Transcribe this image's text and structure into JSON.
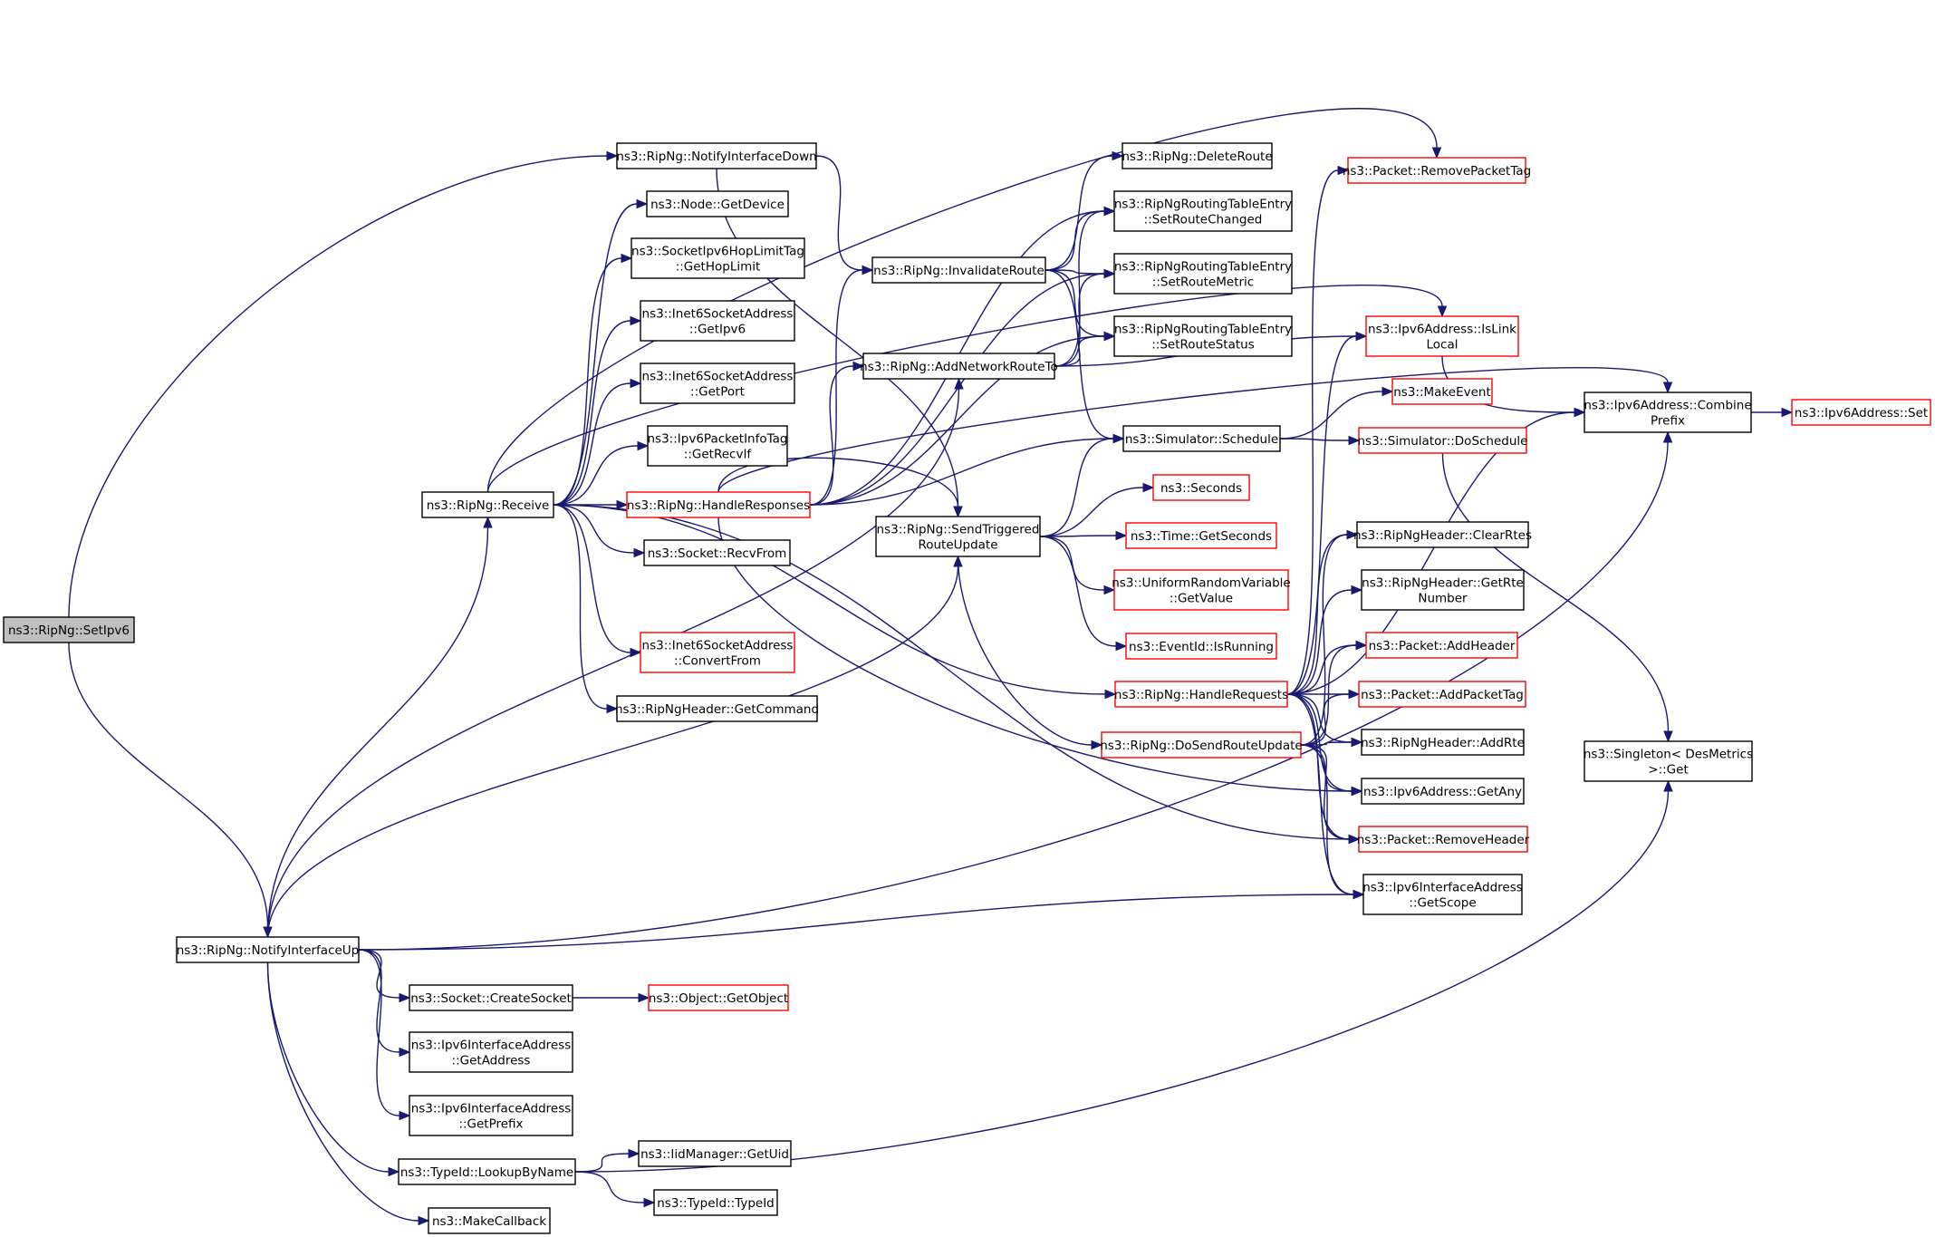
{
  "colors": {
    "edge": "#191970",
    "node_border": "#000000",
    "node_border_undocumented": "#ff0000",
    "focus_fill": "#bfbfbf",
    "node_fill": "#ffffff"
  },
  "nodes": [
    {
      "id": "setipv6",
      "lines": [
        "ns3::RipNg::SetIpv6"
      ],
      "style": "focus"
    },
    {
      "id": "notifydown",
      "lines": [
        "ns3::RipNg::NotifyInterfaceDown"
      ],
      "style": "normal"
    },
    {
      "id": "getdevice",
      "lines": [
        "ns3::Node::GetDevice"
      ],
      "style": "normal"
    },
    {
      "id": "gethoplimit",
      "lines": [
        "ns3::SocketIpv6HopLimitTag",
        "::GetHopLimit"
      ],
      "style": "normal"
    },
    {
      "id": "getipv6",
      "lines": [
        "ns3::Inet6SocketAddress",
        "::GetIpv6"
      ],
      "style": "normal"
    },
    {
      "id": "getport",
      "lines": [
        "ns3::Inet6SocketAddress",
        "::GetPort"
      ],
      "style": "normal"
    },
    {
      "id": "getrecvif",
      "lines": [
        "ns3::Ipv6PacketInfoTag",
        "::GetRecvIf"
      ],
      "style": "normal"
    },
    {
      "id": "receive",
      "lines": [
        "ns3::RipNg::Receive"
      ],
      "style": "normal"
    },
    {
      "id": "handleresponses",
      "lines": [
        "ns3::RipNg::HandleResponses"
      ],
      "style": "red"
    },
    {
      "id": "recvfrom",
      "lines": [
        "ns3::Socket::RecvFrom"
      ],
      "style": "normal"
    },
    {
      "id": "convertfrom",
      "lines": [
        "ns3::Inet6SocketAddress",
        "::ConvertFrom"
      ],
      "style": "red"
    },
    {
      "id": "getcommand",
      "lines": [
        "ns3::RipNgHeader::GetCommand"
      ],
      "style": "normal"
    },
    {
      "id": "invalidateroute",
      "lines": [
        "ns3::RipNg::InvalidateRoute"
      ],
      "style": "normal"
    },
    {
      "id": "addnetworkroute",
      "lines": [
        "ns3::RipNg::AddNetworkRouteTo"
      ],
      "style": "normal"
    },
    {
      "id": "sendtriggered",
      "lines": [
        "ns3::RipNg::SendTriggered",
        "RouteUpdate"
      ],
      "style": "normal"
    },
    {
      "id": "deleteroute",
      "lines": [
        "ns3::RipNg::DeleteRoute"
      ],
      "style": "normal"
    },
    {
      "id": "setroutechanged",
      "lines": [
        "ns3::RipNgRoutingTableEntry",
        "::SetRouteChanged"
      ],
      "style": "normal"
    },
    {
      "id": "setroutemetric",
      "lines": [
        "ns3::RipNgRoutingTableEntry",
        "::SetRouteMetric"
      ],
      "style": "normal"
    },
    {
      "id": "setroutestatus",
      "lines": [
        "ns3::RipNgRoutingTableEntry",
        "::SetRouteStatus"
      ],
      "style": "normal"
    },
    {
      "id": "schedule",
      "lines": [
        "ns3::Simulator::Schedule"
      ],
      "style": "normal"
    },
    {
      "id": "seconds",
      "lines": [
        "ns3::Seconds"
      ],
      "style": "red"
    },
    {
      "id": "getseconds",
      "lines": [
        "ns3::Time::GetSeconds"
      ],
      "style": "red"
    },
    {
      "id": "getvalue",
      "lines": [
        "ns3::UniformRandomVariable",
        "::GetValue"
      ],
      "style": "red"
    },
    {
      "id": "isrunning",
      "lines": [
        "ns3::EventId::IsRunning"
      ],
      "style": "red"
    },
    {
      "id": "handlerequests",
      "lines": [
        "ns3::RipNg::HandleRequests"
      ],
      "style": "red"
    },
    {
      "id": "dosendrouteupdate",
      "lines": [
        "ns3::RipNg::DoSendRouteUpdate"
      ],
      "style": "red"
    },
    {
      "id": "removepackettag",
      "lines": [
        "ns3::Packet::RemovePacketTag"
      ],
      "style": "red"
    },
    {
      "id": "islinklocal",
      "lines": [
        "ns3::Ipv6Address::IsLink",
        "Local"
      ],
      "style": "red"
    },
    {
      "id": "makeevent",
      "lines": [
        "ns3::MakeEvent"
      ],
      "style": "red"
    },
    {
      "id": "doschedule",
      "lines": [
        "ns3::Simulator::DoSchedule"
      ],
      "style": "red"
    },
    {
      "id": "clearrtes",
      "lines": [
        "ns3::RipNgHeader::ClearRtes"
      ],
      "style": "normal"
    },
    {
      "id": "getrtenumber",
      "lines": [
        "ns3::RipNgHeader::GetRte",
        "Number"
      ],
      "style": "normal"
    },
    {
      "id": "addheader",
      "lines": [
        "ns3::Packet::AddHeader"
      ],
      "style": "red"
    },
    {
      "id": "addpackettag",
      "lines": [
        "ns3::Packet::AddPacketTag"
      ],
      "style": "red"
    },
    {
      "id": "addrte",
      "lines": [
        "ns3::RipNgHeader::AddRte"
      ],
      "style": "normal"
    },
    {
      "id": "getany",
      "lines": [
        "ns3::Ipv6Address::GetAny"
      ],
      "style": "normal"
    },
    {
      "id": "removeheader",
      "lines": [
        "ns3::Packet::RemoveHeader"
      ],
      "style": "red"
    },
    {
      "id": "getscope",
      "lines": [
        "ns3::Ipv6InterfaceAddress",
        "::GetScope"
      ],
      "style": "normal"
    },
    {
      "id": "combineprefix",
      "lines": [
        "ns3::Ipv6Address::Combine",
        "Prefix"
      ],
      "style": "normal"
    },
    {
      "id": "ipv6set",
      "lines": [
        "ns3::Ipv6Address::Set"
      ],
      "style": "red"
    },
    {
      "id": "singletonget",
      "lines": [
        "ns3::Singleton< DesMetrics",
        " >::Get"
      ],
      "style": "normal"
    },
    {
      "id": "notifyup",
      "lines": [
        "ns3::RipNg::NotifyInterfaceUp"
      ],
      "style": "normal"
    },
    {
      "id": "createsocket",
      "lines": [
        "ns3::Socket::CreateSocket"
      ],
      "style": "normal"
    },
    {
      "id": "getobject",
      "lines": [
        "ns3::Object::GetObject"
      ],
      "style": "red"
    },
    {
      "id": "getaddress",
      "lines": [
        "ns3::Ipv6InterfaceAddress",
        "::GetAddress"
      ],
      "style": "normal"
    },
    {
      "id": "getprefix",
      "lines": [
        "ns3::Ipv6InterfaceAddress",
        "::GetPrefix"
      ],
      "style": "normal"
    },
    {
      "id": "lookupbyname",
      "lines": [
        "ns3::TypeId::LookupByName"
      ],
      "style": "normal"
    },
    {
      "id": "getuid",
      "lines": [
        "ns3::IidManager::GetUid"
      ],
      "style": "normal"
    },
    {
      "id": "typeid",
      "lines": [
        "ns3::TypeId::TypeId"
      ],
      "style": "normal"
    },
    {
      "id": "makecallback",
      "lines": [
        "ns3::MakeCallback"
      ],
      "style": "normal"
    }
  ],
  "edges": [
    [
      "setipv6",
      "notifydown"
    ],
    [
      "setipv6",
      "notifyup"
    ],
    [
      "notifydown",
      "invalidateroute"
    ],
    [
      "notifydown",
      "sendtriggered"
    ],
    [
      "receive",
      "getdevice"
    ],
    [
      "receive",
      "gethoplimit"
    ],
    [
      "receive",
      "getipv6"
    ],
    [
      "receive",
      "getport"
    ],
    [
      "receive",
      "getrecvif"
    ],
    [
      "receive",
      "handleresponses"
    ],
    [
      "receive",
      "recvfrom"
    ],
    [
      "receive",
      "convertfrom"
    ],
    [
      "receive",
      "getcommand"
    ],
    [
      "receive",
      "handlerequests"
    ],
    [
      "receive",
      "removeheader"
    ],
    [
      "receive",
      "removepackettag"
    ],
    [
      "receive",
      "islinklocal"
    ],
    [
      "handleresponses",
      "invalidateroute"
    ],
    [
      "handleresponses",
      "addnetworkroute"
    ],
    [
      "handleresponses",
      "sendtriggered"
    ],
    [
      "handleresponses",
      "setroutechanged"
    ],
    [
      "handleresponses",
      "setroutemetric"
    ],
    [
      "handleresponses",
      "setroutestatus"
    ],
    [
      "handleresponses",
      "schedule"
    ],
    [
      "handleresponses",
      "getany"
    ],
    [
      "handleresponses",
      "combineprefix"
    ],
    [
      "invalidateroute",
      "deleteroute"
    ],
    [
      "invalidateroute",
      "setroutechanged"
    ],
    [
      "invalidateroute",
      "setroutemetric"
    ],
    [
      "invalidateroute",
      "setroutestatus"
    ],
    [
      "invalidateroute",
      "schedule"
    ],
    [
      "addnetworkroute",
      "setroutechanged"
    ],
    [
      "addnetworkroute",
      "setroutemetric"
    ],
    [
      "addnetworkroute",
      "setroutestatus"
    ],
    [
      "addnetworkroute",
      "islinklocal"
    ],
    [
      "sendtriggered",
      "schedule"
    ],
    [
      "sendtriggered",
      "seconds"
    ],
    [
      "sendtriggered",
      "getseconds"
    ],
    [
      "sendtriggered",
      "getvalue"
    ],
    [
      "sendtriggered",
      "isrunning"
    ],
    [
      "sendtriggered",
      "dosendrouteupdate"
    ],
    [
      "schedule",
      "makeevent"
    ],
    [
      "schedule",
      "doschedule"
    ],
    [
      "doschedule",
      "singletonget"
    ],
    [
      "handlerequests",
      "removepackettag"
    ],
    [
      "handlerequests",
      "islinklocal"
    ],
    [
      "handlerequests",
      "combineprefix"
    ],
    [
      "handlerequests",
      "clearrtes"
    ],
    [
      "handlerequests",
      "getrtenumber"
    ],
    [
      "handlerequests",
      "addheader"
    ],
    [
      "handlerequests",
      "addpackettag"
    ],
    [
      "handlerequests",
      "addrte"
    ],
    [
      "handlerequests",
      "getany"
    ],
    [
      "handlerequests",
      "removeheader"
    ],
    [
      "handlerequests",
      "getscope"
    ],
    [
      "dosendrouteupdate",
      "clearrtes"
    ],
    [
      "dosendrouteupdate",
      "addheader"
    ],
    [
      "dosendrouteupdate",
      "addpackettag"
    ],
    [
      "dosendrouteupdate",
      "addrte"
    ],
    [
      "dosendrouteupdate",
      "getany"
    ],
    [
      "dosendrouteupdate",
      "removeheader"
    ],
    [
      "dosendrouteupdate",
      "getscope"
    ],
    [
      "islinklocal",
      "combineprefix"
    ],
    [
      "combineprefix",
      "ipv6set"
    ],
    [
      "notifyup",
      "receive"
    ],
    [
      "notifyup",
      "addnetworkroute"
    ],
    [
      "notifyup",
      "sendtriggered"
    ],
    [
      "notifyup",
      "getscope"
    ],
    [
      "notifyup",
      "combineprefix"
    ],
    [
      "notifyup",
      "createsocket"
    ],
    [
      "notifyup",
      "getaddress"
    ],
    [
      "notifyup",
      "getprefix"
    ],
    [
      "notifyup",
      "lookupbyname"
    ],
    [
      "notifyup",
      "makecallback"
    ],
    [
      "createsocket",
      "getobject"
    ],
    [
      "lookupbyname",
      "getuid"
    ],
    [
      "lookupbyname",
      "typeid"
    ],
    [
      "lookupbyname",
      "singletonget"
    ]
  ]
}
